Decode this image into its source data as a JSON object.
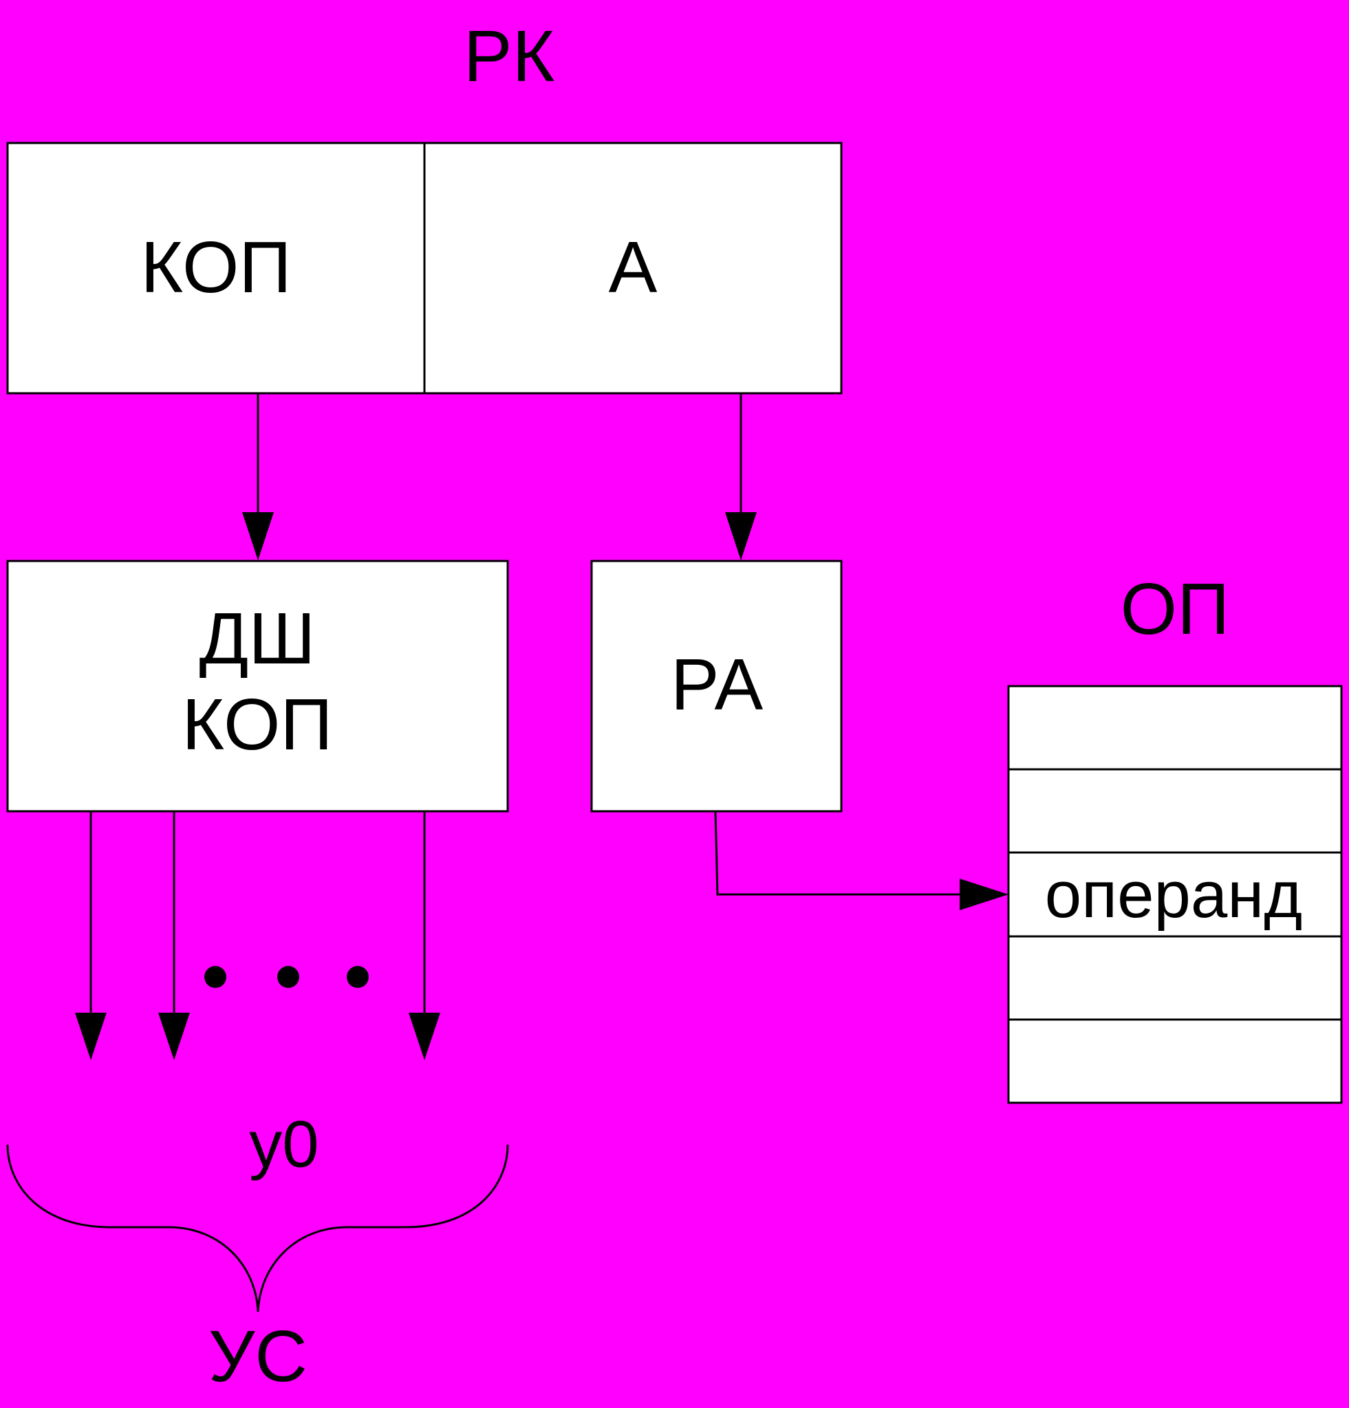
{
  "colors": {
    "background": "#ff00ff",
    "box_fill": "#ffffff",
    "stroke": "#000000"
  },
  "labels": {
    "register_title": "РК",
    "opcode_field": "КОП",
    "address_field": "А",
    "decoder_line1": "ДШ",
    "decoder_line2": "КОП",
    "address_register": "РА",
    "memory_title": "ОП",
    "memory_cell": "операнд",
    "signal": "y0",
    "control_unit": "УС"
  }
}
